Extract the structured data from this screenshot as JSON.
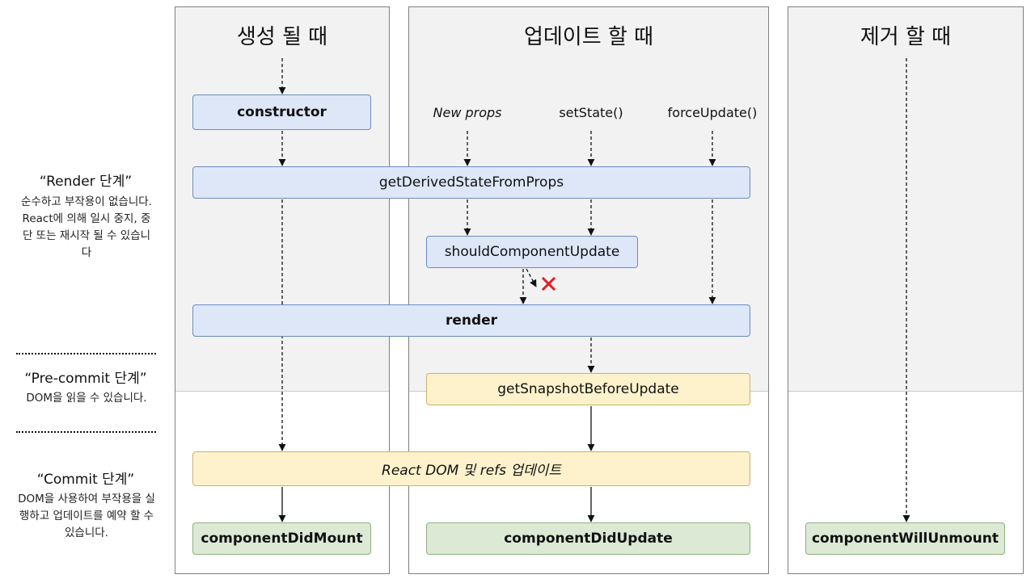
{
  "legend": {
    "render_title": "“Render 단계”",
    "render_desc": "순수하고 부작용이 없습니다. React에 의해 일시 중지, 중단 또는 재시작 될 수 있습니다",
    "precommit_title": "“Pre-commit 단계”",
    "precommit_desc": "DOM을 읽을 수 있습니다.",
    "commit_title": "“Commit 단계”",
    "commit_desc": "DOM을 사용하여 부작용을 실행하고 업데이트를 예약 할 수 있습니다."
  },
  "columns": {
    "mount": "생성 될 때",
    "update": "업데이트 할 때",
    "unmount": "제거 할 때"
  },
  "triggers": {
    "new_props": "New props",
    "set_state": "setState()",
    "force_update": "forceUpdate()"
  },
  "methods": {
    "constructor": "constructor",
    "get_derived_state": "getDerivedStateFromProps",
    "should_update": "shouldComponentUpdate",
    "render": "render",
    "get_snapshot": "getSnapshotBeforeUpdate",
    "react_dom_update": "React DOM 및 refs 업데이트",
    "did_mount": "componentDidMount",
    "did_update": "componentDidUpdate",
    "will_unmount": "componentWillUnmount"
  },
  "colors": {
    "render_phase_box": "#dde7f8",
    "precommit_phase_box": "#fdf2cc",
    "commit_phase_box": "#dce9d5",
    "cancel_mark": "#e02020"
  },
  "icons": {
    "cancel": "cross-mark-icon"
  }
}
